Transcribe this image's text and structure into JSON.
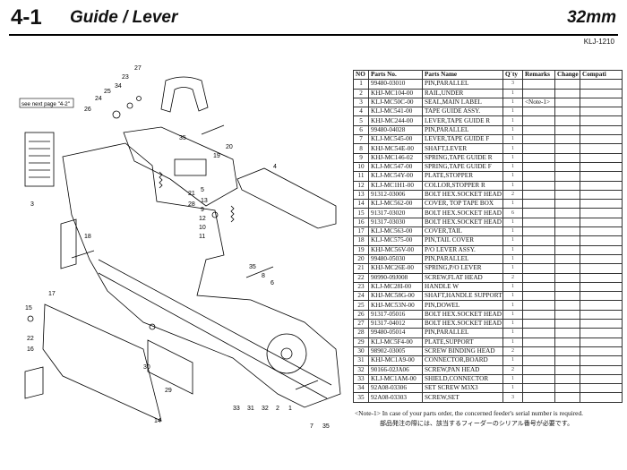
{
  "header": {
    "section_number": "4-1",
    "title": "Guide / Lever",
    "size": "32mm",
    "model": "KLJ-1210"
  },
  "diagram": {
    "see_next_page": "see next page \"4-2\"",
    "callouts": [
      "27",
      "23",
      "34",
      "25",
      "24",
      "26",
      "35",
      "20",
      "19",
      "4",
      "21",
      "28",
      "5",
      "13",
      "9",
      "12",
      "10",
      "11",
      "35",
      "8",
      "6",
      "15",
      "18",
      "3",
      "17",
      "22",
      "16",
      "30",
      "29",
      "14",
      "33",
      "31",
      "32",
      "2",
      "1",
      "7",
      "35"
    ]
  },
  "table": {
    "columns": [
      "NO",
      "Parts No.",
      "Parts Name",
      "Q`ty",
      "Remarks",
      "Change",
      "Compati"
    ],
    "rows": [
      {
        "no": "1",
        "part": "99480-03010",
        "name": "PIN,PARALLEL",
        "qty": "3",
        "remarks": ""
      },
      {
        "no": "2",
        "part": "KHJ-MC104-00",
        "name": "RAIL,UNDER",
        "qty": "1",
        "remarks": ""
      },
      {
        "no": "3",
        "part": "KLJ-MC50C-00",
        "name": "SEAL,MAIN LABEL",
        "qty": "1",
        "remarks": "<Note-1>"
      },
      {
        "no": "4",
        "part": "KLJ-MC541-00",
        "name": "TAPE GUIDE ASSY.",
        "qty": "1",
        "remarks": ""
      },
      {
        "no": "5",
        "part": "KHJ-MC244-00",
        "name": "LEVER,TAPE GUIDE R",
        "qty": "1",
        "remarks": ""
      },
      {
        "no": "6",
        "part": "99480-04028",
        "name": "PIN,PARALLEL",
        "qty": "1",
        "remarks": ""
      },
      {
        "no": "7",
        "part": "KLJ-MC545-00",
        "name": "LEVER,TAPE GUIDE F",
        "qty": "1",
        "remarks": ""
      },
      {
        "no": "8",
        "part": "KHJ-MC54E-00",
        "name": "SHAFT,LEVER",
        "qty": "1",
        "remarks": ""
      },
      {
        "no": "9",
        "part": "KHJ-MC146-02",
        "name": "SPRING,TAPE GUIDE R",
        "qty": "1",
        "remarks": ""
      },
      {
        "no": "10",
        "part": "KLJ-MC547-00",
        "name": "SPRING,TAPE GUIDE F",
        "qty": "1",
        "remarks": ""
      },
      {
        "no": "11",
        "part": "KLJ-MC54Y-00",
        "name": "PLATE,STOPPER",
        "qty": "1",
        "remarks": ""
      },
      {
        "no": "12",
        "part": "KLJ-MC1H1-00",
        "name": "COLLOR,STOPPER R",
        "qty": "1",
        "remarks": ""
      },
      {
        "no": "13",
        "part": "91312-03006",
        "name": "BOLT HEX.SOCKET HEAD",
        "qty": "2",
        "remarks": ""
      },
      {
        "no": "14",
        "part": "KLJ-MC562-00",
        "name": "COVER, TOP TAPE BOX",
        "qty": "1",
        "remarks": ""
      },
      {
        "no": "15",
        "part": "91317-03020",
        "name": "BOLT HEX.SOCKET HEAD",
        "qty": "6",
        "remarks": ""
      },
      {
        "no": "16",
        "part": "91317-03030",
        "name": "BOLT HEX.SOCKET HEAD",
        "qty": "1",
        "remarks": ""
      },
      {
        "no": "17",
        "part": "KLJ-MC563-00",
        "name": "COVER,TAIL",
        "qty": "1",
        "remarks": ""
      },
      {
        "no": "18",
        "part": "KLJ-MC575-00",
        "name": "PIN,TAIL COVER",
        "qty": "1",
        "remarks": ""
      },
      {
        "no": "19",
        "part": "KHJ-MC56V-00",
        "name": "P/O LEVER ASSY.",
        "qty": "1",
        "remarks": ""
      },
      {
        "no": "20",
        "part": "99480-05030",
        "name": "PIN,PARALLEL",
        "qty": "1",
        "remarks": ""
      },
      {
        "no": "21",
        "part": "KHJ-MC26E-00",
        "name": "SPRING,P/O LEVER",
        "qty": "1",
        "remarks": ""
      },
      {
        "no": "22",
        "part": "90990-09J008",
        "name": "SCREW,FLAT HEAD",
        "qty": "2",
        "remarks": ""
      },
      {
        "no": "23",
        "part": "KLJ-MC28I-00",
        "name": "HANDLE W",
        "qty": "1",
        "remarks": ""
      },
      {
        "no": "24",
        "part": "KHJ-MC58G-00",
        "name": "SHAFT,HANDLE SUPPORT",
        "qty": "1",
        "remarks": ""
      },
      {
        "no": "25",
        "part": "KHJ-MC53N-00",
        "name": "PIN,DOWEL",
        "qty": "1",
        "remarks": ""
      },
      {
        "no": "26",
        "part": "91317-05016",
        "name": "BOLT HEX.SOCKET HEAD",
        "qty": "1",
        "remarks": ""
      },
      {
        "no": "27",
        "part": "91317-04012",
        "name": "BOLT HEX.SOCKET HEAD",
        "qty": "1",
        "remarks": ""
      },
      {
        "no": "28",
        "part": "99480-05014",
        "name": "PIN,PARALLEL",
        "qty": "1",
        "remarks": ""
      },
      {
        "no": "29",
        "part": "KLJ-MC5F4-00",
        "name": "PLATE,SUPPORT",
        "qty": "1",
        "remarks": ""
      },
      {
        "no": "30",
        "part": "98902-03005",
        "name": "SCREW BINDING HEAD",
        "qty": "2",
        "remarks": ""
      },
      {
        "no": "31",
        "part": "KHJ-MC1A9-00",
        "name": "CONNECTOR,BOARD",
        "qty": "1",
        "remarks": ""
      },
      {
        "no": "32",
        "part": "90166-02JA06",
        "name": "SCREW,PAN HEAD",
        "qty": "2",
        "remarks": ""
      },
      {
        "no": "33",
        "part": "KLJ-MC1AM-00",
        "name": "SHIELD,CONNECTOR",
        "qty": "1",
        "remarks": ""
      },
      {
        "no": "34",
        "part": "92A08-03306",
        "name": "SET SCREW M3X3",
        "qty": "1",
        "remarks": ""
      },
      {
        "no": "35",
        "part": "92A08-03303",
        "name": "SCREW,SET",
        "qty": "3",
        "remarks": ""
      }
    ]
  },
  "notes": {
    "note1": "<Note-1>  In case of  your parts order, the concerned feeder's serial number is required.",
    "note2": "部品発注の際には、該当するフィーダーのシリアル番号が必要です。"
  }
}
